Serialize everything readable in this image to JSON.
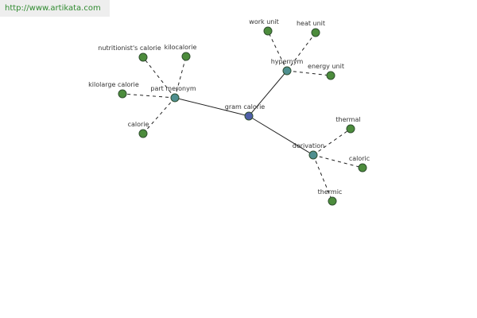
{
  "watermark": "http://www.artikata.com",
  "colors": {
    "center": "#4e5ea8",
    "relation": "#4f8f8f",
    "leaf": "#4c8c3c"
  },
  "graph": {
    "center": {
      "id": "gram-calorie",
      "label": "gram calorie"
    },
    "relations": [
      {
        "id": "part-meronym",
        "label": "part meronym",
        "children": [
          {
            "id": "nutritionists-calorie",
            "label": "nutritionist's calorie"
          },
          {
            "id": "kilocalorie",
            "label": "kilocalorie"
          },
          {
            "id": "kilolarge-calorie",
            "label": "kilolarge calorie"
          },
          {
            "id": "calorie",
            "label": "calorie"
          }
        ]
      },
      {
        "id": "hypernym",
        "label": "hypernym",
        "children": [
          {
            "id": "work-unit",
            "label": "work unit"
          },
          {
            "id": "heat-unit",
            "label": "heat unit"
          },
          {
            "id": "energy-unit",
            "label": "energy unit"
          }
        ]
      },
      {
        "id": "derivation",
        "label": "derivation",
        "children": [
          {
            "id": "thermal",
            "label": "thermal"
          },
          {
            "id": "caloric",
            "label": "caloric"
          },
          {
            "id": "thermic",
            "label": "thermic"
          }
        ]
      }
    ]
  }
}
